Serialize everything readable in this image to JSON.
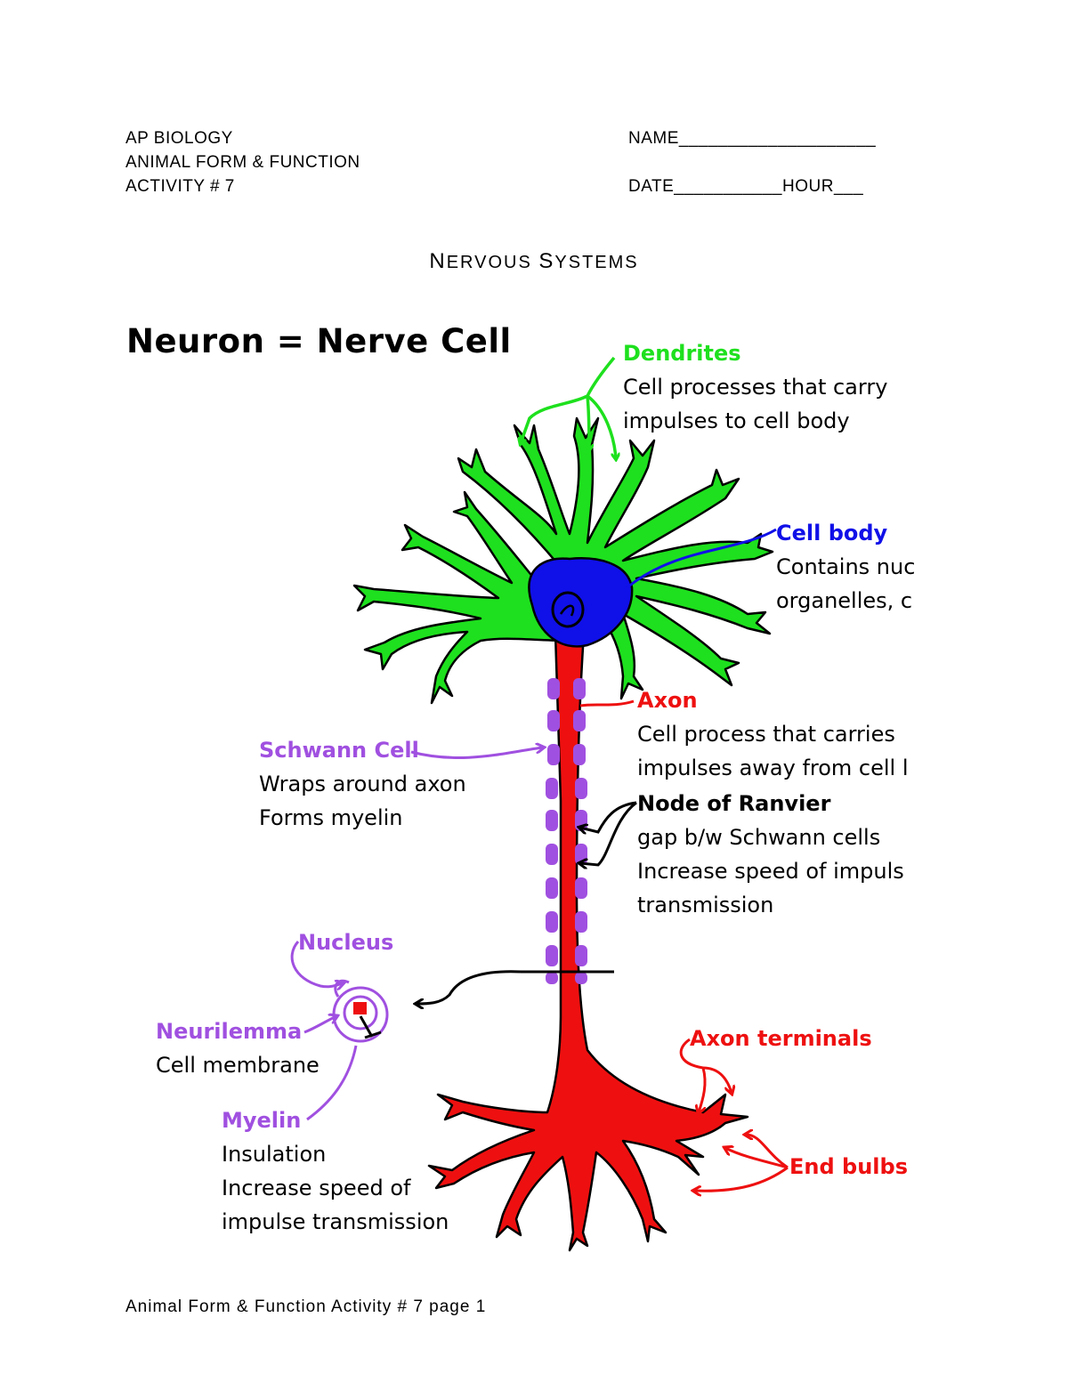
{
  "header": {
    "course": "AP BIOLOGY",
    "unit": "ANIMAL FORM & FUNCTION",
    "activity": "ACTIVITY # 7",
    "name_field": "NAME____________________",
    "date_hour_field": "DATE___________HOUR___"
  },
  "section_title": {
    "first_n": "N",
    "rest_1": "ERVOUS ",
    "first_s": "S",
    "rest_2": "YSTEMS"
  },
  "diagram": {
    "title": "Neuron = Nerve Cell",
    "labels": {
      "dendrites": {
        "heading": "Dendrites",
        "line1": "Cell processes that carry",
        "line2": "impulses to cell body"
      },
      "cell_body": {
        "heading": "Cell body",
        "line1": "Contains nuc",
        "line2": "organelles, c"
      },
      "axon": {
        "heading": "Axon",
        "line1": "Cell process that carries",
        "line2": "impulses away from cell l"
      },
      "node_of_ranvier": {
        "heading": "Node of Ranvier",
        "line1": "gap b/w Schwann cells",
        "line2": "Increase speed of impuls",
        "line3": "transmission"
      },
      "schwann_cell": {
        "heading": "Schwann Cell",
        "line1": "Wraps around axon",
        "line2": "Forms myelin"
      },
      "nucleus": {
        "heading": "Nucleus"
      },
      "neurilemma": {
        "heading": "Neurilemma",
        "line1": "Cell membrane"
      },
      "myelin": {
        "heading": "Myelin",
        "line1": "Insulation",
        "line2": "Increase speed of",
        "line3": "impulse transmission"
      },
      "axon_terminals": {
        "heading": "Axon terminals"
      },
      "end_bulbs": {
        "heading": "End bulbs"
      }
    },
    "colors": {
      "dendrites": "#1ee01e",
      "cell_body": "#1010e8",
      "axon": "#ee1010",
      "schwann": "#a050e0",
      "text": "#000000"
    }
  },
  "footer": "Animal Form & Function Activity # 7 page 1"
}
